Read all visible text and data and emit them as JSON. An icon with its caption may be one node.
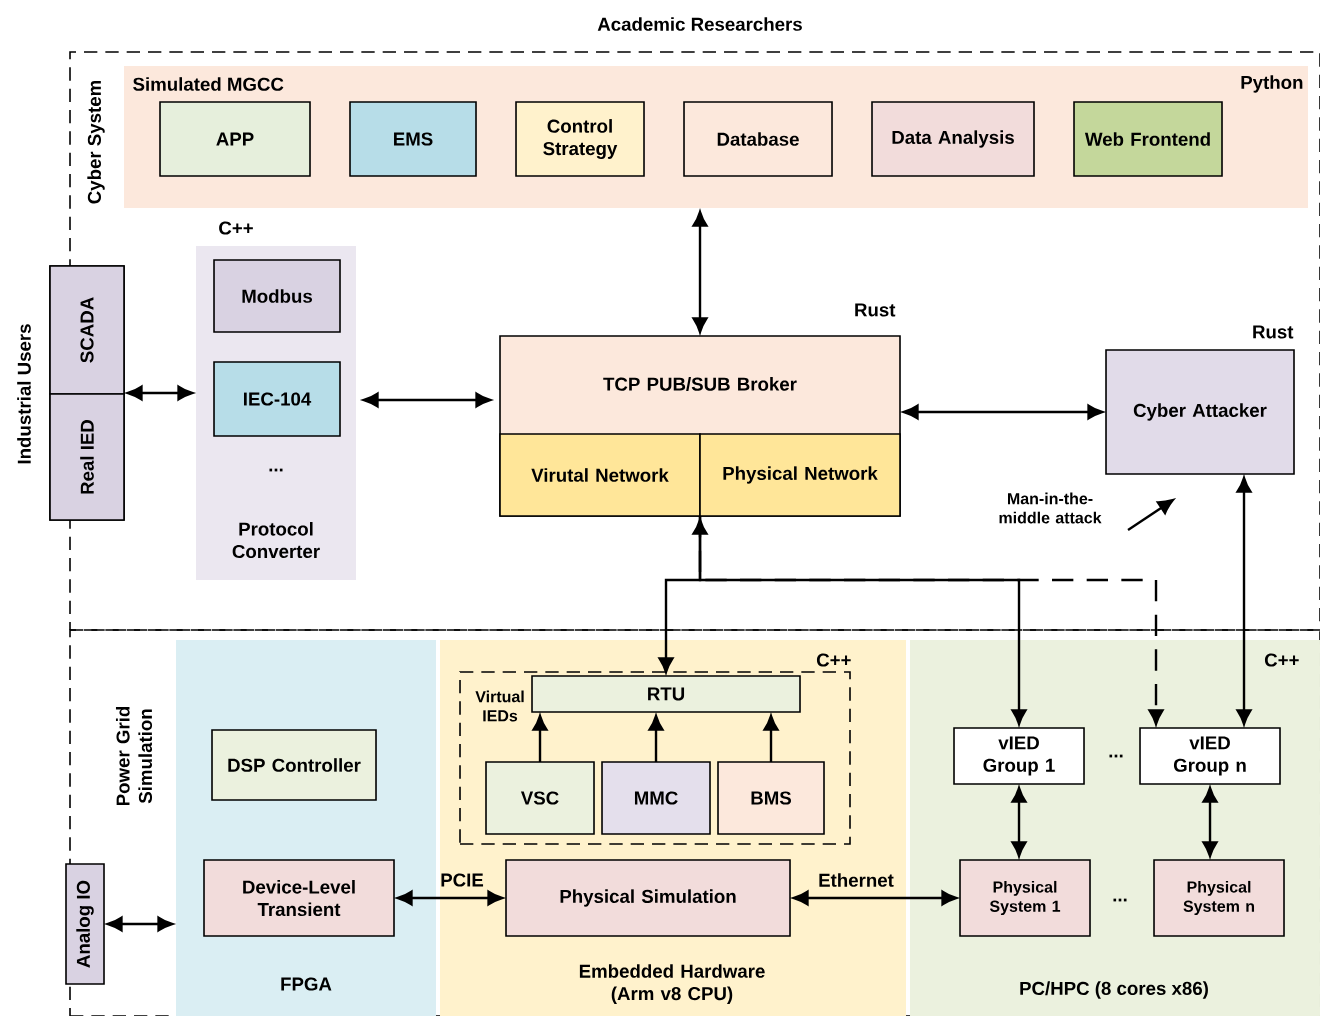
{
  "diagram": {
    "nodes": [
      {
        "text": [
          "Cyber System"
        ]
      },
      {
        "text": [
          "Power Grid Simulation"
        ]
      },
      {
        "text": [
          "Simulated MGCC",
          "Python"
        ],
        "in": 0
      },
      {
        "text": [
          "APP"
        ],
        "in": 2
      },
      {
        "text": [
          "EMS"
        ],
        "in": 2
      },
      {
        "text": [
          "Control Strategy"
        ],
        "in": 2
      },
      {
        "text": [
          "Database"
        ],
        "in": 2
      },
      {
        "text": [
          "Data Analysis"
        ],
        "in": 2
      },
      {
        "text": [
          "Web Frontend"
        ],
        "in": 2
      },
      {
        "text": [
          "C++",
          "...",
          "Protocol Converter"
        ],
        "in": 0
      },
      {
        "text": [
          "Modbus"
        ],
        "in": 9
      },
      {
        "text": [
          "IEC-104"
        ],
        "in": 9
      },
      {
        "text": [
          "Industrial Users"
        ]
      },
      {
        "text": [
          "SCADA"
        ],
        "in": 12
      },
      {
        "text": [
          "Real IED"
        ],
        "in": 12
      },
      {
        "text": [
          "Rust",
          "TCP PUB/SUB Broker"
        ],
        "in": 0
      },
      {
        "text": [
          "Virutal Network"
        ],
        "in": 15
      },
      {
        "text": [
          "Physical Network"
        ],
        "in": 15
      },
      {
        "text": [
          "Rust",
          "Cyber Attacker"
        ],
        "in": 0
      },
      {
        "text": [
          "Man-in-the-middle attack"
        ],
        "in": 0
      },
      {
        "text": [
          "FPGA"
        ],
        "in": 1
      },
      {
        "text": [
          "DSP Controller"
        ],
        "in": 20
      },
      {
        "text": [
          "Device-Level Transient"
        ],
        "in": 20
      },
      {
        "text": [
          "C++",
          "Embedded Hardware (Arm v8 CPU)"
        ],
        "in": 1
      },
      {
        "text": [
          "Virtual IEDs"
        ],
        "in": 23
      },
      {
        "text": [
          "RTU"
        ],
        "in": 24
      },
      {
        "text": [
          "VSC"
        ],
        "in": 24
      },
      {
        "text": [
          "MMC"
        ],
        "in": 24
      },
      {
        "text": [
          "BMS"
        ],
        "in": 24
      },
      {
        "text": [
          "Physical Simulation"
        ],
        "in": 23
      },
      {
        "text": [
          "C++",
          "PC/HPC (8 cores x86)"
        ],
        "in": 1
      },
      {
        "text": [
          "vIED Group 1"
        ],
        "in": 30
      },
      {
        "text": [
          "vIED Group n"
        ],
        "in": 30
      },
      {
        "text": [
          "Physical System 1"
        ],
        "in": 30
      },
      {
        "text": [
          "Physical System n"
        ],
        "in": 30
      },
      {
        "text": [
          "Analog IO"
        ]
      }
    ],
    "edges": [
      {
        "from": 2,
        "to": 15,
        "arrow": "both"
      },
      {
        "from": 12,
        "to": 9,
        "arrow": "both"
      },
      {
        "from": 9,
        "to": 15,
        "arrow": "both"
      },
      {
        "from": 15,
        "to": 18,
        "arrow": "both"
      },
      {
        "from": 15,
        "to": 25,
        "arrow": "both"
      },
      {
        "from": 15,
        "to": 31,
        "arrow": "to"
      },
      {
        "from": 15,
        "to": 32,
        "arrow": "to",
        "style": "dashed"
      },
      {
        "from": 18,
        "to": 32,
        "arrow": "both"
      },
      {
        "from": 19,
        "to": null,
        "arrow": "to"
      },
      {
        "from": 26,
        "to": 25,
        "arrow": "to"
      },
      {
        "from": 27,
        "to": 25,
        "arrow": "to"
      },
      {
        "from": 28,
        "to": 25,
        "arrow": "to"
      },
      {
        "from": 22,
        "to": 29,
        "arrow": "both",
        "label": "PCIE"
      },
      {
        "from": 29,
        "to": 33,
        "arrow": "both",
        "label": "Ethernet"
      },
      {
        "from": 31,
        "to": 33,
        "arrow": "both"
      },
      {
        "from": 32,
        "to": 34,
        "arrow": "both"
      },
      {
        "from": 35,
        "to": 20,
        "arrow": "both"
      }
    ],
    "labels": [
      "Academic Researchers",
      "...",
      "..."
    ]
  }
}
